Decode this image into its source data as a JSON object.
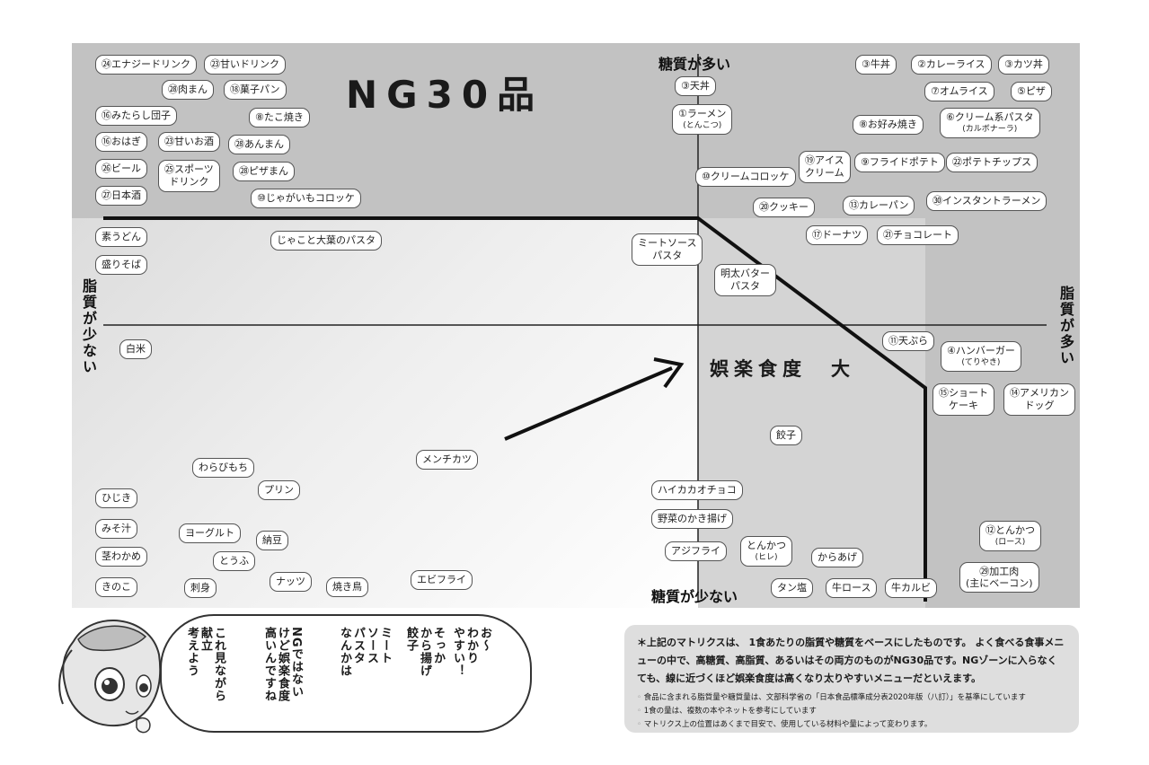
{
  "title": "NG30品",
  "axes": {
    "top": "糖質が多い",
    "bottom": "糖質が少ない",
    "left": "脂質が少ない",
    "right": "脂質が多い"
  },
  "fun_label": "娯楽食度　大",
  "items": {
    "energy_drink": "㉔エナジードリンク",
    "sweet_drink": "㉓甘いドリンク",
    "nikuman": "㉘肉まん",
    "kashipan": "⑱菓子パン",
    "mitarashi": "⑯みたらし団子",
    "takoyaki": "⑧たこ焼き",
    "ohagi": "⑯おはぎ",
    "amazake": "㉓甘いお酒",
    "anman": "㉘あんまん",
    "beer": "㉖ビール",
    "sports_drink": "㉕スポーツ\nドリンク",
    "pizzaman": "㉘ピザまん",
    "sake": "㉗日本酒",
    "jagaimo_croquette": "⑩じゃがいもコロッケ",
    "gyudon": "③牛丼",
    "curry_rice": "②カレーライス",
    "katsudon": "③カツ丼",
    "tendon": "③天丼",
    "omurice": "⑦オムライス",
    "pizza": "⑤ピザ",
    "ramen": "①ラーメン",
    "ramen_sub": "(とんこつ)",
    "okonomiyaki": "⑧お好み焼き",
    "cream_pasta": "⑥クリーム系パスタ",
    "cream_pasta_sub": "(カルボナーラ)",
    "ice_cream": "⑲アイス\nクリーム",
    "fried_potato": "⑨フライドポテト",
    "potato_chips": "㉒ポテトチップス",
    "cream_croquette": "⑩クリームコロッケ",
    "cookie": "⑳クッキー",
    "curry_pan": "⑬カレーパン",
    "instant_ramen": "㉚インスタントラーメン",
    "donut": "⑰ドーナツ",
    "chocolate": "㉑チョコレート",
    "su_udon": "素うどん",
    "mori_soba": "盛りそば",
    "jakoto_pasta": "じゃこと大葉のパスタ",
    "meat_sauce": "ミートソース\nパスタ",
    "mentai_pasta": "明太バター\nパスタ",
    "hakumai": "白米",
    "tempura": "⑪天ぷら",
    "hamburger": "④ハンバーガー",
    "hamburger_sub": "(てりやき)",
    "shortcake": "⑮ショート\nケーキ",
    "american_dog": "⑭アメリカン\nドッグ",
    "gyoza": "餃子",
    "menchikatsu": "メンチカツ",
    "warabimochi": "わらびもち",
    "purin": "プリン",
    "hijiki": "ひじき",
    "miso_soup": "みそ汁",
    "yogurt": "ヨーグルト",
    "natto": "納豆",
    "kuki_wakame": "茎わかめ",
    "tofu": "とうふ",
    "kinoko": "きのこ",
    "sashimi": "刺身",
    "nuts": "ナッツ",
    "yakitori": "焼き鳥",
    "ebi_fry": "エビフライ",
    "high_cacao": "ハイカカオチョコ",
    "yasai_kakiage": "野菜のかき揚げ",
    "aji_fry": "アジフライ",
    "tonkatsu_hire": "とんかつ",
    "tonkatsu_hire_sub": "(ヒレ)",
    "karaage": "からあげ",
    "tonkatsu_rosu": "⑫とんかつ",
    "tonkatsu_rosu_sub": "(ロース)",
    "kakoniku": "㉙加工肉",
    "kakoniku_sub": "(主にベーコン)",
    "tanshio": "タン塩",
    "gyu_rosu": "牛ロース",
    "gyu_karubi": "牛カルビ"
  },
  "speech": {
    "col1": "お〜\nわかり\nやすい！",
    "col2": "そっか\nから揚げ\n餃子",
    "col3": "ミート\nソース\nパスタ\nなんかは",
    "col4": "NGではない\nけど娯楽食度\n高いんですね",
    "col5": "これ見ながら\n献立\n考えよう"
  },
  "notes": {
    "main": "＊上記のマトリクスは、 1食あたりの脂質や糖質をベースにしたものです。 よく食べる食事メニューの中で、高糖質、高脂質、あるいはその両方のものがNG30品です。NGゾーンに入らなくても、線に近づくほど娯楽食度は高くなり太りやすいメニューだといえます。",
    "sub1": "食品に含まれる脂質量や糖質量は、文部科学省の「日本食品標準成分表2020年版（八訂）」を基準にしています",
    "sub2": "1食の量は、複数の本やネットを参考にしています",
    "sub3": "マトリクス上の位置はあくまで目安で、使用している材料や量によって変わります。"
  }
}
